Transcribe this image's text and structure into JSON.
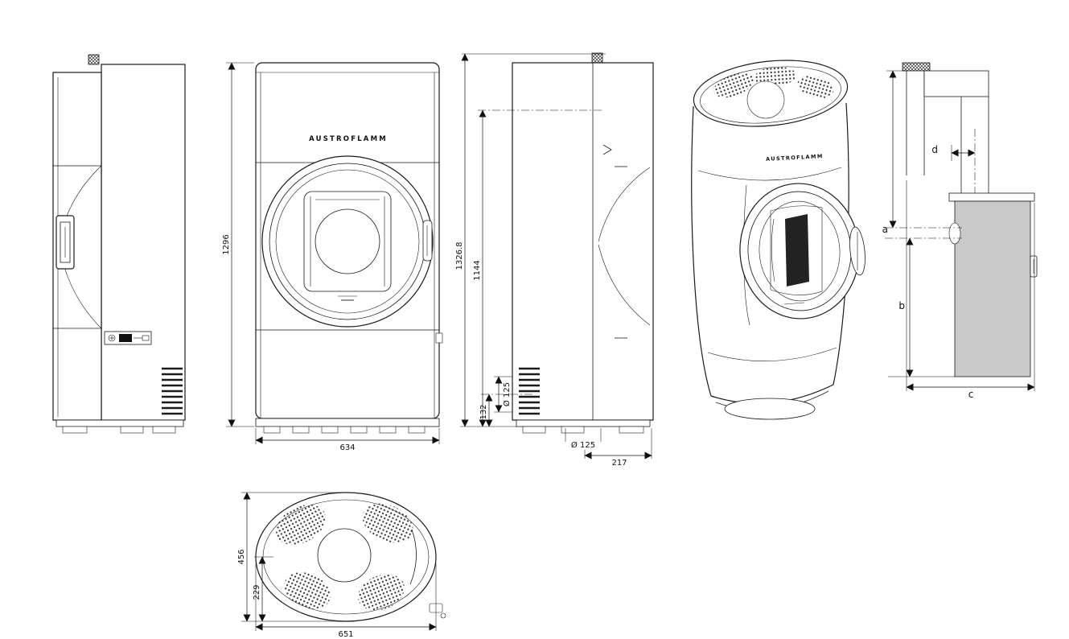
{
  "brand": "AUSTROFLAMM",
  "dimensions": {
    "front_height": "1296",
    "front_width": "634",
    "side_total_height": "1326.8",
    "side_inner_height": "1144",
    "rear_outlet_height": "132",
    "rear_outlet_diameter": "Ø 125",
    "bottom_outlet_diameter": "Ø 125",
    "bottom_outlet_offset": "217",
    "top_view_depth": "456",
    "top_view_half_depth": "229",
    "top_view_width": "651"
  },
  "schematic": {
    "a": "a",
    "b": "b",
    "c": "c",
    "d": "d"
  }
}
